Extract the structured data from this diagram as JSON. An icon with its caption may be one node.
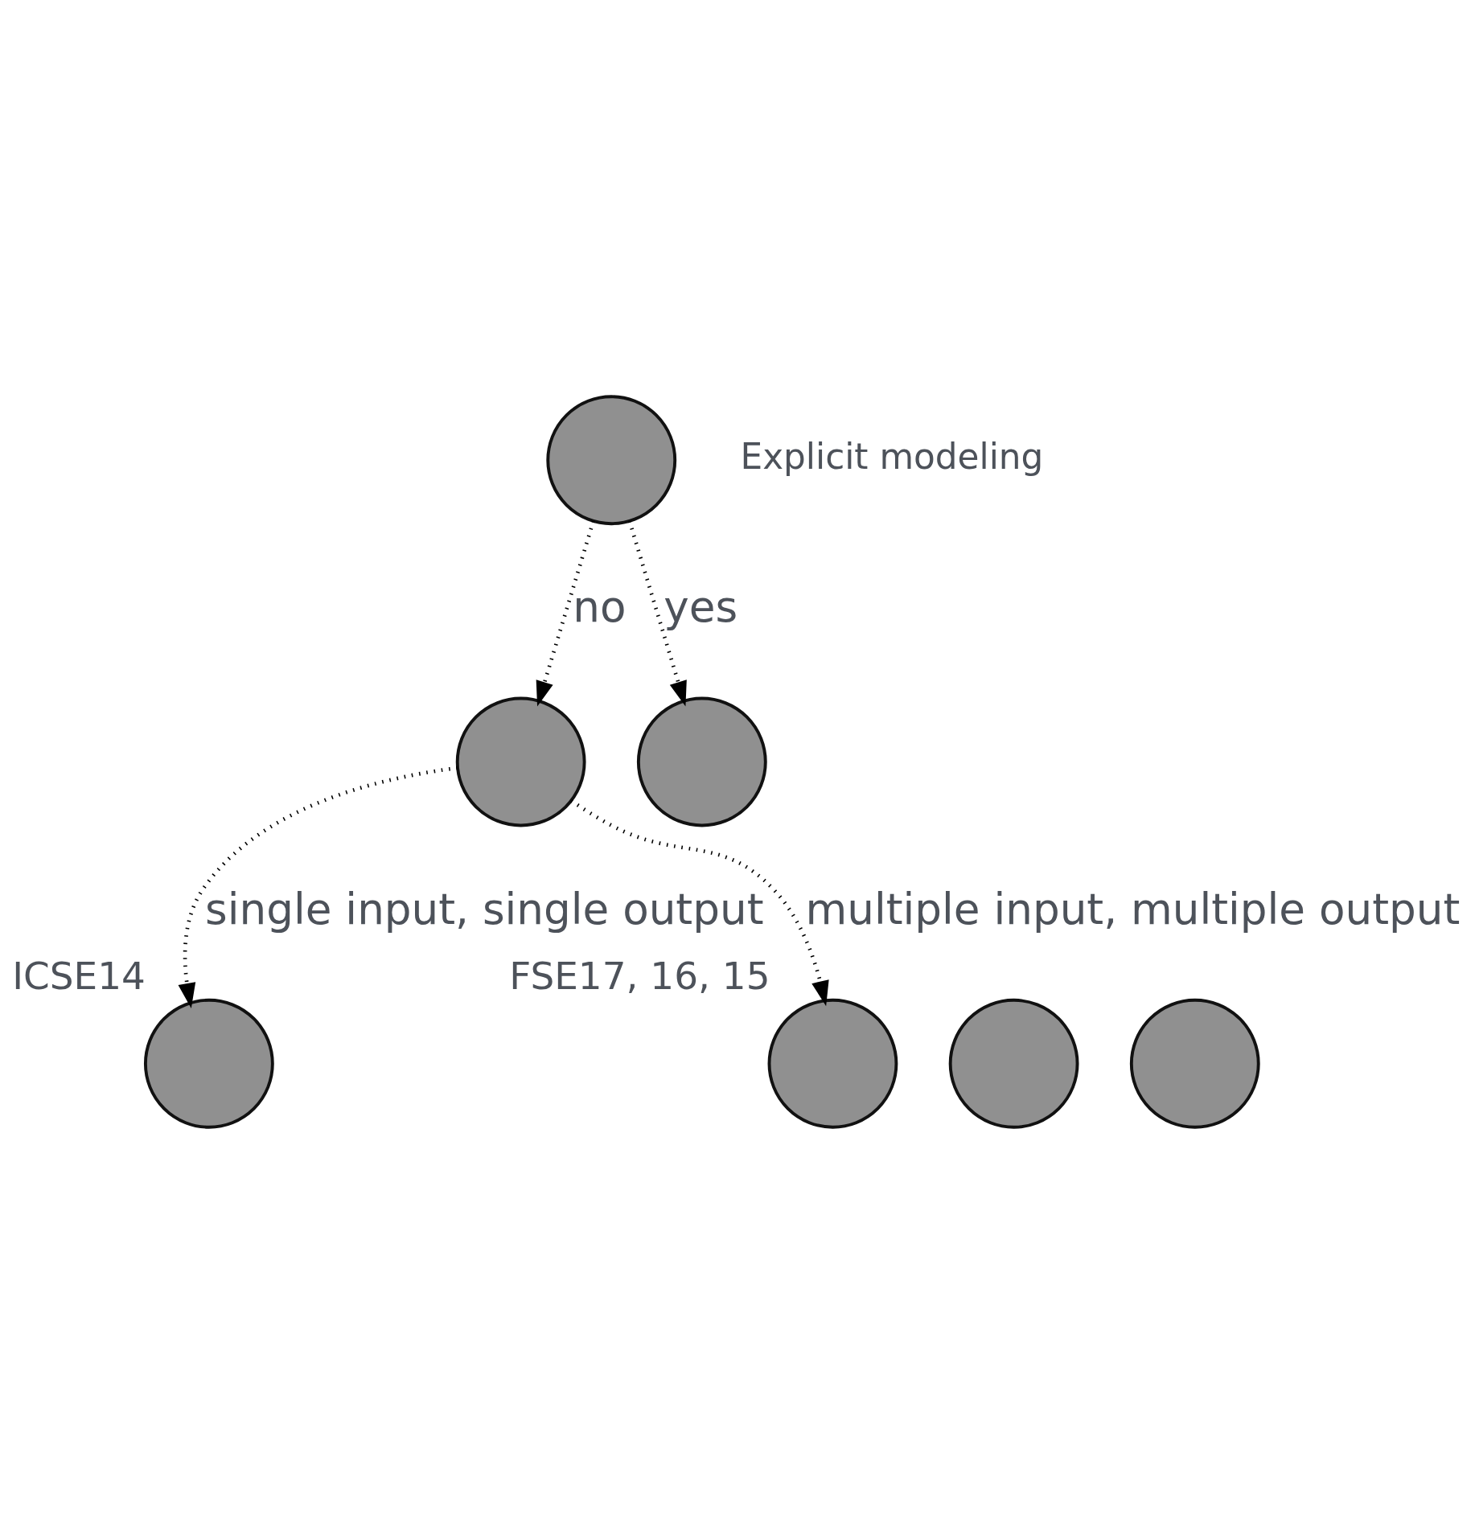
{
  "diagram": {
    "nodes": [
      {
        "text": [],
        "shape": "circle"
      },
      {
        "text": [],
        "shape": "circle"
      },
      {
        "text": [],
        "shape": "circle"
      },
      {
        "text": [],
        "shape": "circle",
        "beside": [
          "ICSE14"
        ]
      },
      {
        "text": [],
        "shape": "circle",
        "beside": [
          "FSE17, 16, 15"
        ]
      },
      {
        "text": [],
        "shape": "circle"
      },
      {
        "text": [],
        "shape": "circle"
      }
    ],
    "edges": [
      {
        "from": 0,
        "to": 1,
        "arrow": "to",
        "label": "no"
      },
      {
        "from": 0,
        "to": 2,
        "arrow": "to",
        "label": "yes"
      },
      {
        "from": 1,
        "to": 3,
        "arrow": "to",
        "label": "single input, single output"
      },
      {
        "from": 1,
        "to": 4,
        "arrow": "to",
        "label": "multiple input, multiple output"
      }
    ],
    "labels": [
      "Explicit modeling"
    ]
  }
}
